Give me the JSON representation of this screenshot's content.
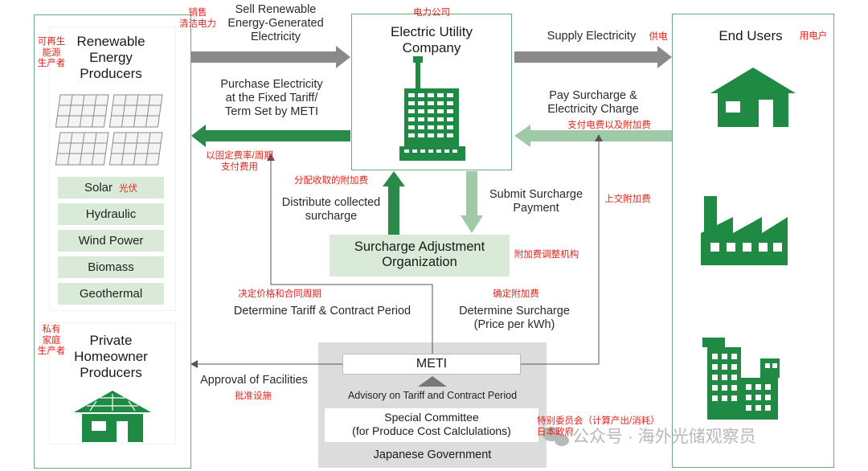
{
  "producers": {
    "title_lines": [
      "Renewable",
      "Energy",
      "Producers"
    ],
    "cn_lines": [
      "可再生",
      "能源",
      "生产者"
    ],
    "sources": [
      {
        "label": "Solar",
        "cn": "光伏"
      },
      {
        "label": "Hydraulic",
        "cn": ""
      },
      {
        "label": "Wind Power",
        "cn": ""
      },
      {
        "label": "Biomass",
        "cn": ""
      },
      {
        "label": "Geothermal",
        "cn": ""
      }
    ]
  },
  "homeowner": {
    "title_lines": [
      "Private",
      "Homeowner",
      "Producers"
    ],
    "cn_lines": [
      "私有",
      "家庭",
      "生产者"
    ]
  },
  "utility": {
    "cn": "电力公司",
    "title_lines": [
      "Electric Utility",
      "Company"
    ]
  },
  "end_users": {
    "title": "End Users",
    "cn": "用电户"
  },
  "sell": {
    "cn_lines": [
      "销售",
      "清洁电力"
    ],
    "lines": [
      "Sell Renewable",
      "Energy-Generated",
      "Electricity"
    ]
  },
  "purchase": {
    "lines": [
      "Purchase Electricity",
      "at the Fixed Tariff/",
      "Term Set by METI"
    ],
    "cn_lines": [
      "以固定费率/周期",
      "支付费用"
    ]
  },
  "supply": {
    "label": "Supply Electricity",
    "cn": "供电"
  },
  "pay": {
    "lines": [
      "Pay Surcharge &",
      "Electricity Charge"
    ],
    "cn": "支付电费以及附加费"
  },
  "distribute": {
    "cn": "分配收取的附加费",
    "lines": [
      "Distribute collected",
      "surcharge"
    ]
  },
  "submit": {
    "lines": [
      "Submit Surcharge",
      "Payment"
    ],
    "cn": "上交附加费"
  },
  "sao": {
    "lines": [
      "Surcharge Adjustment",
      "Organization"
    ],
    "cn": "附加费调整机构"
  },
  "tariff": {
    "cn": "决定价格和合同周期",
    "label": "Determine Tariff & Contract Period"
  },
  "surcharge_det": {
    "cn": "确定附加费",
    "lines": [
      "Determine Surcharge",
      "(Price per kWh)"
    ]
  },
  "approval": {
    "label": "Approval of Facilities",
    "cn": "批准设施"
  },
  "meti": {
    "label": "METI",
    "advisory": "Advisory on Tariff and Contract Period"
  },
  "committee": {
    "lines": [
      "Special Committee",
      "(for Produce Cost Calclulations)"
    ],
    "cn_lines": [
      "特别委员会（计算产出/消耗）",
      "日本政府"
    ]
  },
  "gov": {
    "label": "Japanese Government"
  },
  "watermark": {
    "label": "公众号 · 海外光储观察员"
  },
  "colors": {
    "green": "#1f8a43",
    "light_green": "#d9ead9",
    "arrow_gray": "#8a8a8a",
    "cn_red": "#e0271f",
    "gov_gray": "#dcdcdc"
  }
}
